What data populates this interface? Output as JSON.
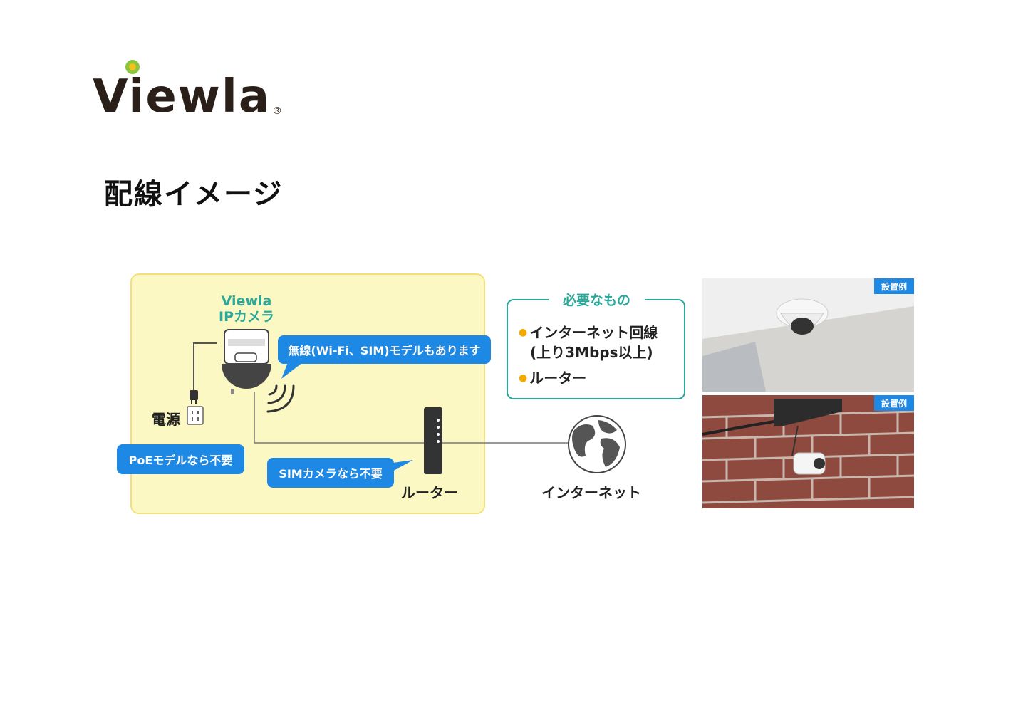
{
  "brand": {
    "logo_text": "Viewla",
    "registered_mark": "®"
  },
  "page_title": "配線イメージ",
  "diagram": {
    "camera_title_line1": "Viewla",
    "camera_title_line2": "IPカメラ",
    "wireless_note": "無線(Wi-Fi、SIM)モデルもあります",
    "power_label": "電源",
    "poe_note": "PoEモデルなら不要",
    "sim_note": "SIMカメラなら不要",
    "router_label": "ルーター",
    "internet_label": "インターネット"
  },
  "requirements": {
    "title": "必要なもの",
    "items": [
      {
        "text": "インターネット回線"
      },
      {
        "text": "(上り3Mbps以上)"
      },
      {
        "text": "ルーター"
      }
    ]
  },
  "examples": [
    {
      "tag": "設置例"
    },
    {
      "tag": "設置例"
    }
  ],
  "colors": {
    "panel_bg": "#fbf8c4",
    "panel_border": "#f3e07a",
    "teal": "#2ba89a",
    "bubble_blue": "#1e88e5",
    "bullet_orange": "#f2a900"
  }
}
